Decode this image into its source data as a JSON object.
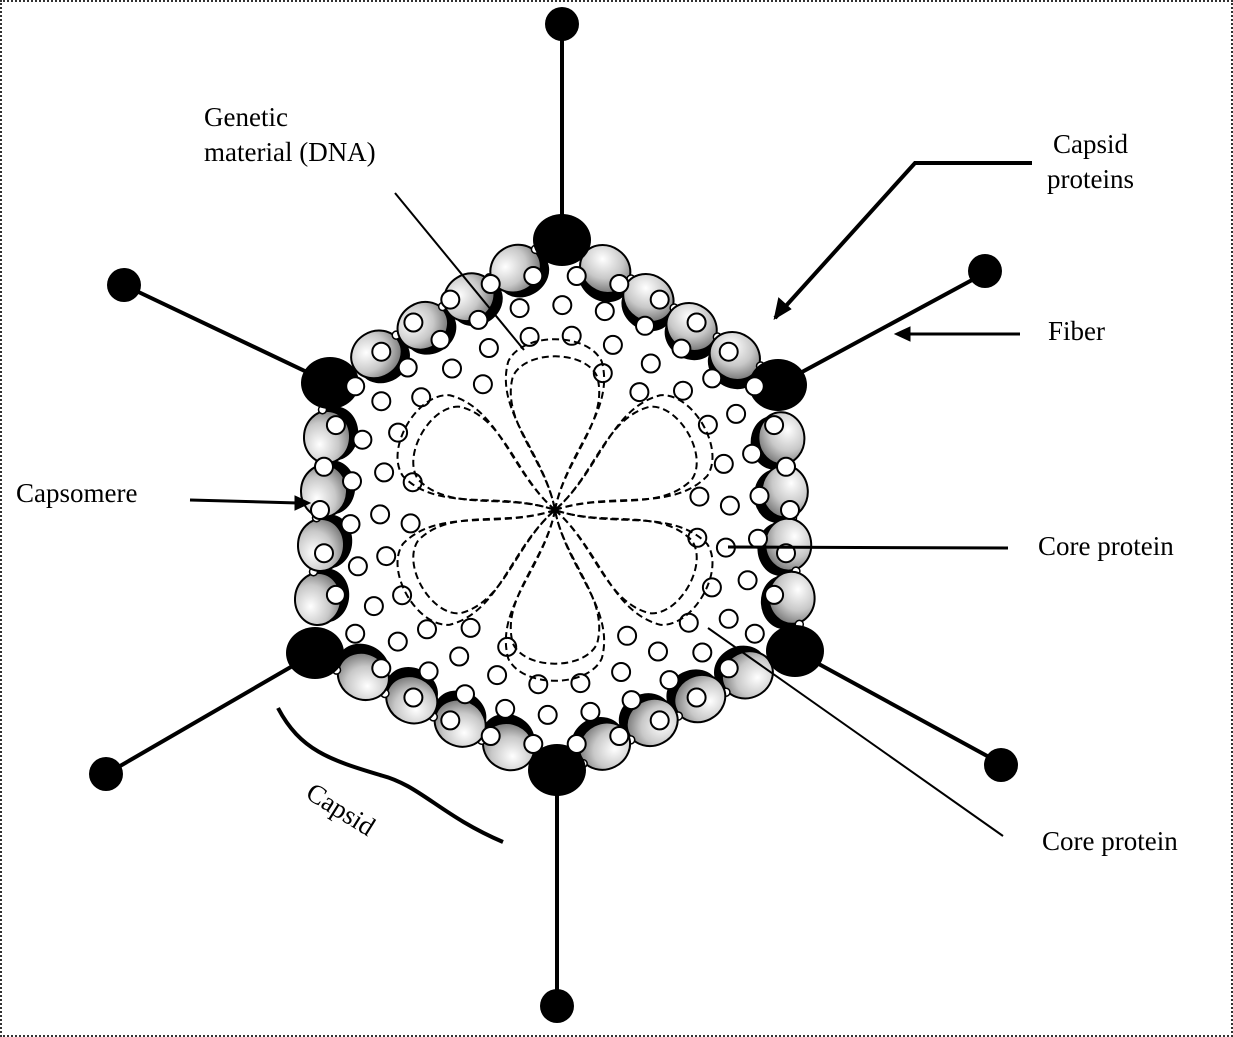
{
  "labels": {
    "genetic_material_line1": "Genetic",
    "genetic_material_line2": "material (DNA)",
    "capsid_proteins_line1": "Capsid",
    "capsid_proteins_line2": "proteins",
    "fiber": "Fiber",
    "capsomere": "Capsomere",
    "core_protein_upper": "Core protein",
    "core_protein_lower": "Core protein",
    "capsid": "Capsid"
  },
  "colors": {
    "ink": "#000000",
    "capsomere_fill": "#f2f2f2",
    "capsomere_shade": "#6e6e6e",
    "vertex_fill": "#000000"
  },
  "icons": {
    "vertex": "filled-black-circle",
    "fiber_knob": "filled-black-circle",
    "capsomere": "shaded-oval",
    "core_protein": "small-open-circle"
  }
}
